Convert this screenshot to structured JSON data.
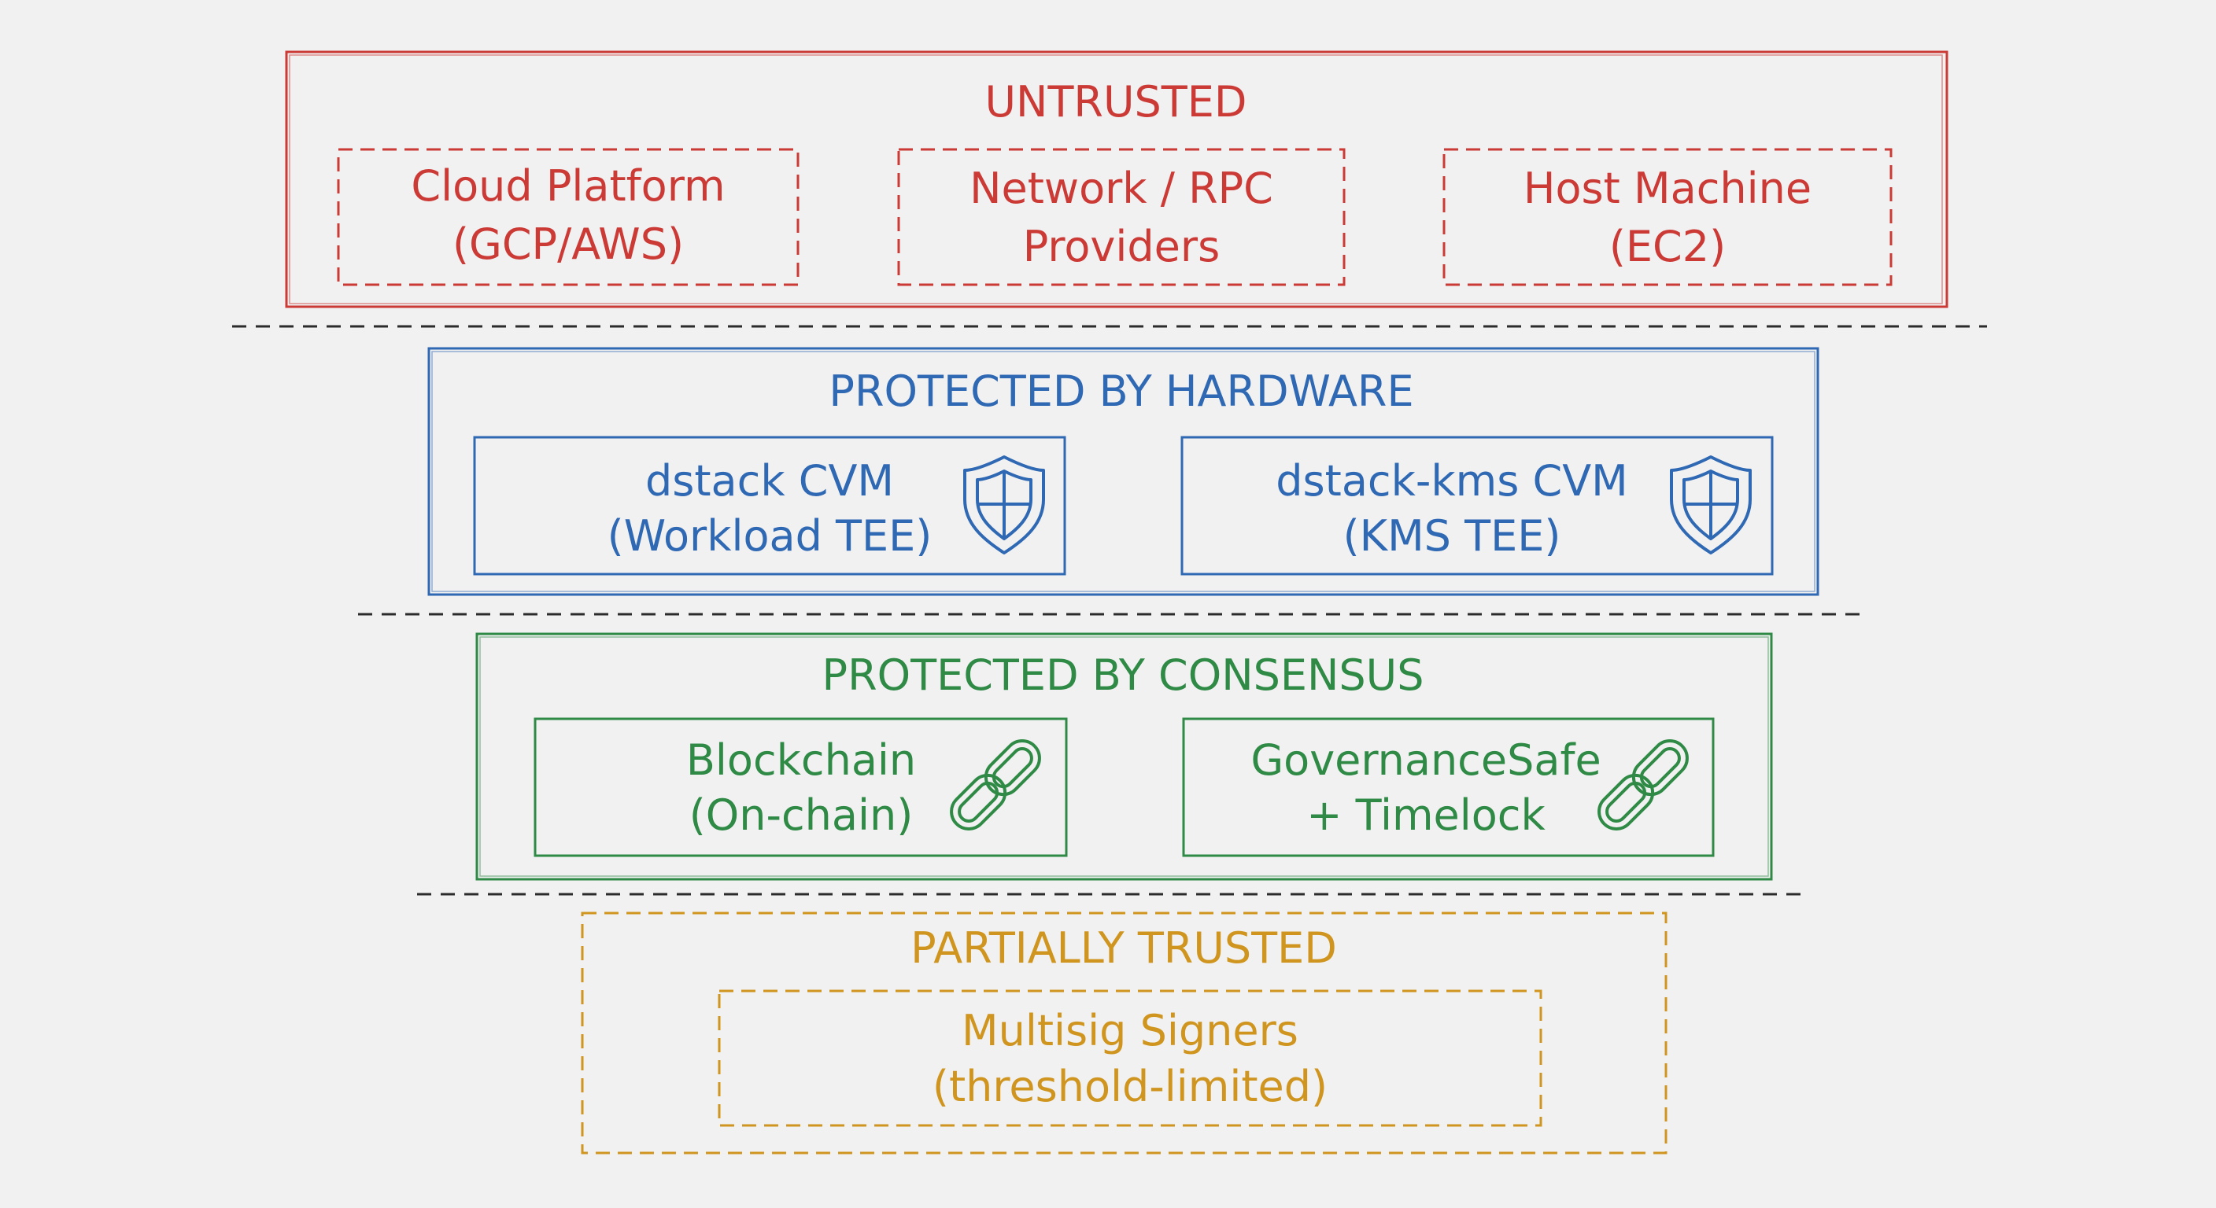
{
  "colors": {
    "background": "#f1f1f2",
    "untrusted": "#cc3a36",
    "hardware": "#2f68b3",
    "consensus": "#2f8a45",
    "partial": "#cf951f",
    "separator": "#2b2b2b"
  },
  "tiers": {
    "untrusted": {
      "title": "UNTRUSTED",
      "items": [
        {
          "line1": "Cloud Platform",
          "line2": "(GCP/AWS)"
        },
        {
          "line1": "Network / RPC",
          "line2": "Providers"
        },
        {
          "line1": "Host Machine",
          "line2": "(EC2)"
        }
      ]
    },
    "hardware": {
      "title": "PROTECTED BY HARDWARE",
      "items": [
        {
          "line1": "dstack CVM",
          "line2": "(Workload TEE)",
          "icon": "shield-icon"
        },
        {
          "line1": "dstack-kms CVM",
          "line2": "(KMS TEE)",
          "icon": "shield-icon"
        }
      ]
    },
    "consensus": {
      "title": "PROTECTED BY CONSENSUS",
      "items": [
        {
          "line1": "Blockchain",
          "line2": "(On-chain)",
          "icon": "chain-link-icon"
        },
        {
          "line1": "GovernanceSafe",
          "line2": "+ Timelock",
          "icon": "chain-link-icon"
        }
      ]
    },
    "partial": {
      "title": "PARTIALLY TRUSTED",
      "items": [
        {
          "line1": "Multisig Signers",
          "line2": "(threshold-limited)"
        }
      ]
    }
  }
}
